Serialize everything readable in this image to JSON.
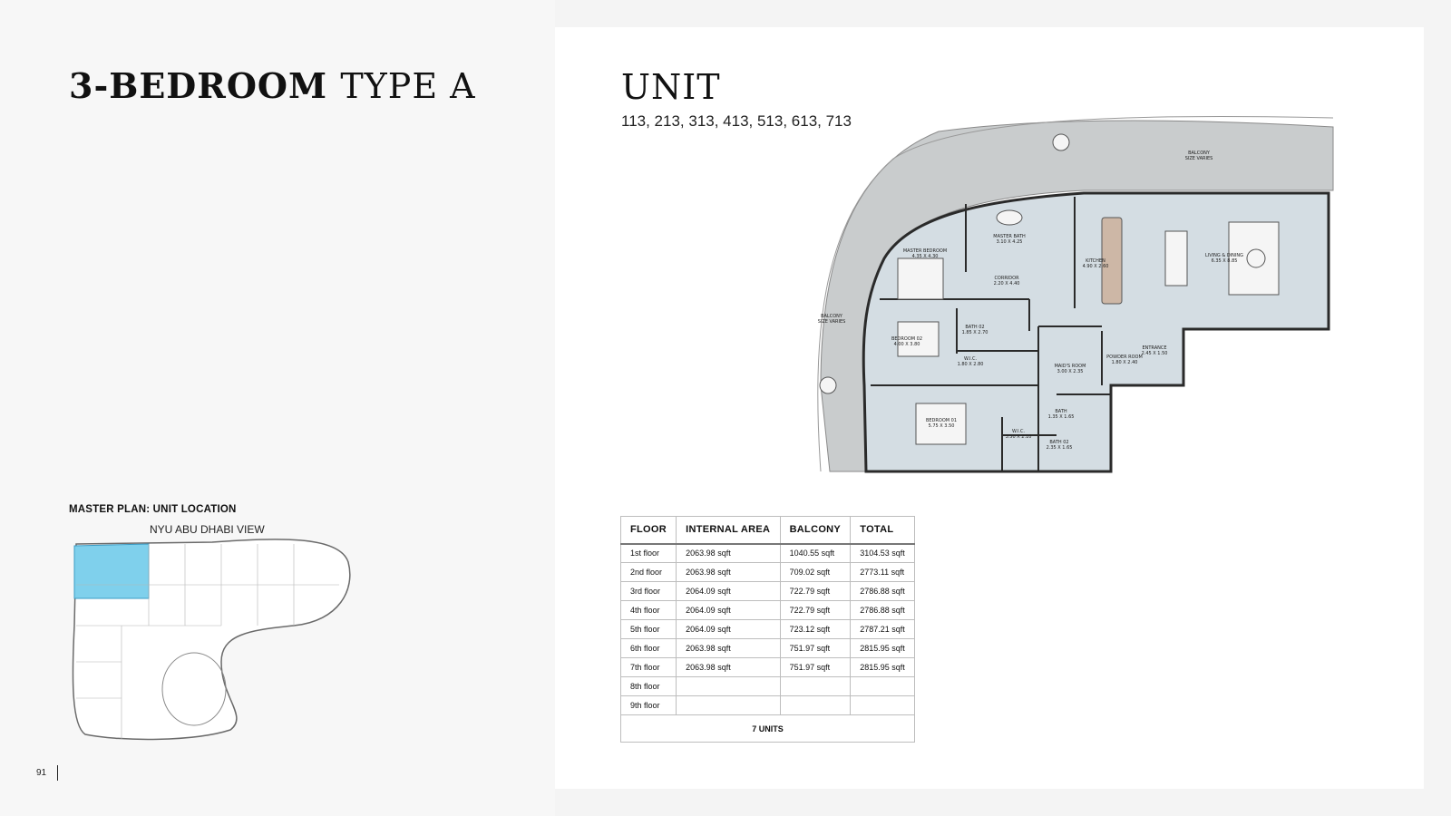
{
  "title": {
    "bold": "3-BEDROOM",
    "light": "TYPE A"
  },
  "unit": {
    "heading": "UNIT",
    "numbers": "113, 213, 313, 413, 513, 613, 713"
  },
  "floorplan": {
    "labels": {
      "balcony_top": [
        "BALCONY",
        "SIZE VARIES"
      ],
      "balcony_left": [
        "BALCONY",
        "SIZE VARIES"
      ],
      "master_bedroom": [
        "MASTER BEDROOM",
        "4.35 X 4.30"
      ],
      "master_bath": [
        "MASTER BATH",
        "3.10 X 4.25"
      ],
      "kitchen": [
        "KITCHEN",
        "4.90 X 2.60"
      ],
      "living": [
        "LIVING & DINING",
        "6.35 X 8.85"
      ],
      "corridor": [
        "CORRIDOR",
        "2.20 X 4.40"
      ],
      "bath02": [
        "BATH 02",
        "1.85 X 2.70"
      ],
      "bedroom02": [
        "BEDROOM 02",
        "4.00 X 3.80"
      ],
      "wic1": [
        "W.I.C.",
        "1.80 X 2.80"
      ],
      "maids": [
        "MAID'S ROOM",
        "3.00 X 2.35"
      ],
      "powder": [
        "POWDER ROOM",
        "1.80 X 2.40"
      ],
      "entrance": [
        "ENTRANCE",
        "2.45 X 1.50"
      ],
      "bedroom01": [
        "BEDROOM 01",
        "5.75 X 3.50"
      ],
      "bath": [
        "BATH",
        "1.35 X 1.65"
      ],
      "wic2": [
        "W.I.C.",
        "3.50 X 2.10"
      ],
      "bath02b": [
        "BATH 02",
        "2.35 X 1.65"
      ]
    }
  },
  "masterplan": {
    "label": "MASTER PLAN: UNIT LOCATION",
    "view": "NYU ABU DHABI VIEW",
    "highlight_color": "#7fd0ec"
  },
  "table": {
    "headers": [
      "FLOOR",
      "INTERNAL AREA",
      "BALCONY",
      "TOTAL"
    ],
    "rows": [
      [
        "1st floor",
        "2063.98 sqft",
        "1040.55 sqft",
        "3104.53 sqft"
      ],
      [
        "2nd floor",
        "2063.98 sqft",
        "709.02 sqft",
        "2773.11 sqft"
      ],
      [
        "3rd floor",
        "2064.09 sqft",
        "722.79 sqft",
        "2786.88 sqft"
      ],
      [
        "4th floor",
        "2064.09 sqft",
        "722.79 sqft",
        "2786.88 sqft"
      ],
      [
        "5th floor",
        "2064.09 sqft",
        "723.12 sqft",
        "2787.21 sqft"
      ],
      [
        "6th floor",
        "2063.98 sqft",
        "751.97 sqft",
        "2815.95 sqft"
      ],
      [
        "7th floor",
        "2063.98 sqft",
        "751.97 sqft",
        "2815.95 sqft"
      ],
      [
        "8th floor",
        "",
        "",
        ""
      ],
      [
        "9th floor",
        "",
        "",
        ""
      ]
    ],
    "total": "7 UNITS"
  },
  "page_number": "91",
  "colors": {
    "floor_fill": "#d4dde3",
    "balcony_fill": "#c9cccd",
    "wall": "#2a2a2a"
  }
}
